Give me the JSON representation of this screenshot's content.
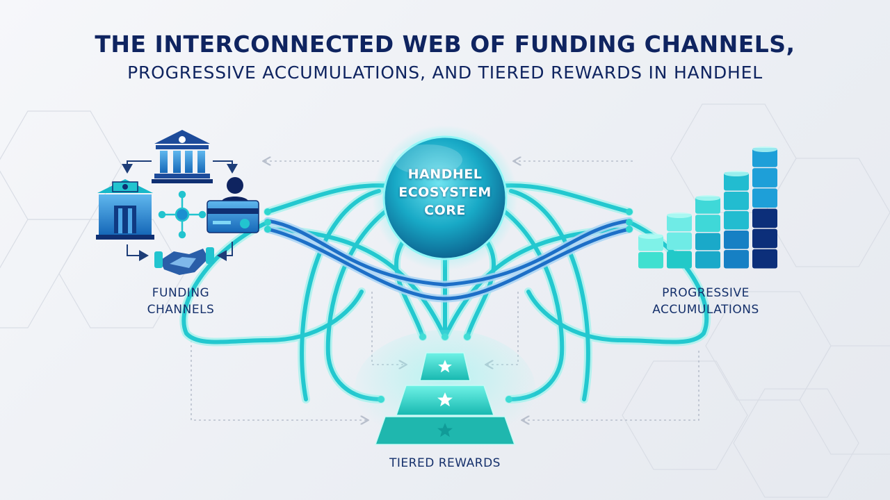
{
  "title": {
    "line1": "THE INTERCONNECTED WEB OF FUNDING CHANNELS,",
    "line2": "PROGRESSIVE ACCUMULATIONS, AND TIERED REWARDS IN HANDHEL"
  },
  "core": {
    "line1": "HANDHEL",
    "line2": "ECOSYSTEM",
    "line3": "CORE"
  },
  "funding": {
    "line1": "FUNDING",
    "line2": "CHANNELS"
  },
  "progressive": {
    "line1": "PROGRESSIVE",
    "line2": "ACCUMULATIONS"
  },
  "tiered": {
    "label": "TIERED REWARDS"
  },
  "icons": {
    "funding": [
      "bank-icon",
      "institution-icon",
      "card-payment-icon",
      "handshake-icon",
      "network-node-icon"
    ],
    "progressive": [
      "bar-growth-icon"
    ],
    "tiered": [
      "star-icon"
    ]
  },
  "colors": {
    "navy": "#0f2460",
    "teal": "#2fd6cf",
    "blue": "#1a7fd0",
    "deep_blue": "#0c2f7a"
  }
}
